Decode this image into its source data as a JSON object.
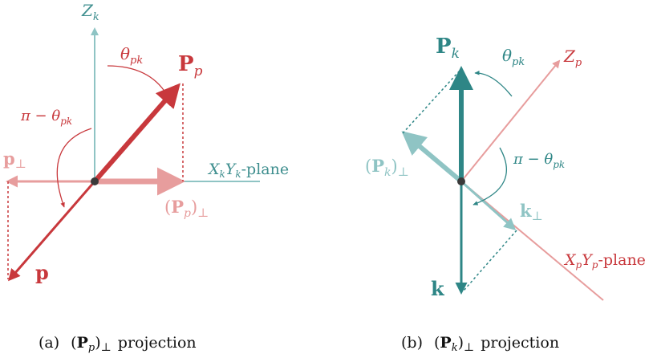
{
  "colors": {
    "red_dark": "#c8383c",
    "red_light": "#e79d9d",
    "teal_dark": "#2e8686",
    "teal_light": "#8fc4c4",
    "point": "#3a3a3a"
  },
  "panel_a": {
    "z_axis": {
      "base": "Z",
      "sub": "k"
    },
    "theta": {
      "base": "θ",
      "sub": "pk"
    },
    "pi_minus_theta": {
      "pre": "π − θ",
      "sub": "pk"
    },
    "vec_big": {
      "base": "P",
      "sub": "p"
    },
    "p_perp": {
      "base": "p",
      "sub": "⊥"
    },
    "plane": {
      "x": "X",
      "xs": "k",
      "y": "Y",
      "ys": "k",
      "tail": "-plane"
    },
    "proj": {
      "open": "(",
      "base": "P",
      "sub1": "p",
      "close": ")",
      "sub2": "⊥"
    },
    "vec_small": "p",
    "caption": {
      "tag": "(a)",
      "open": "(",
      "base": "P",
      "sub1": "p",
      "close": ")",
      "sub2": "⊥",
      "tail": "projection"
    }
  },
  "panel_b": {
    "vec_big": {
      "base": "P",
      "sub": "k"
    },
    "theta": {
      "base": "θ",
      "sub": "pk"
    },
    "z_axis": {
      "base": "Z",
      "sub": "p"
    },
    "proj": {
      "open": "(",
      "base": "P",
      "sub1": "k",
      "close": ")",
      "sub2": "⊥"
    },
    "pi_minus_theta": {
      "pre": "π − θ",
      "sub": "pk"
    },
    "k_perp": {
      "base": "k",
      "sub": "⊥"
    },
    "plane": {
      "x": "X",
      "xs": "p",
      "y": "Y",
      "ys": "p",
      "tail": "-plane"
    },
    "vec_small": "k",
    "caption": {
      "tag": "(b)",
      "open": "(",
      "base": "P",
      "sub1": "k",
      "close": ")",
      "sub2": "⊥",
      "tail": "projection"
    }
  }
}
